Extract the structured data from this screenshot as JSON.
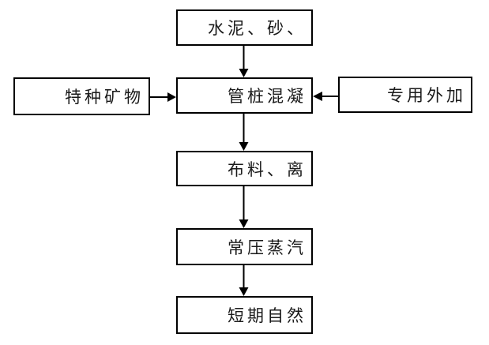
{
  "diagram": {
    "type": "flowchart",
    "colors": {
      "background": "#ffffff",
      "box_border": "#000000",
      "box_fill": "#ffffff",
      "arrow": "#000000",
      "text": "#1a1a1a"
    },
    "nodes": [
      {
        "id": "cement-sand",
        "label": "水泥、砂、"
      },
      {
        "id": "special-minerals",
        "label": "特种矿物"
      },
      {
        "id": "pipe-pile-concrete",
        "label": "管桩混凝"
      },
      {
        "id": "special-admixture",
        "label": "专用外加"
      },
      {
        "id": "distribution",
        "label": "布料、离"
      },
      {
        "id": "steam-curing",
        "label": "常压蒸汽"
      },
      {
        "id": "natural-curing",
        "label": "短期自然"
      }
    ],
    "edges": [
      {
        "from": "cement-sand",
        "to": "pipe-pile-concrete",
        "direction": "down"
      },
      {
        "from": "special-minerals",
        "to": "pipe-pile-concrete",
        "direction": "right"
      },
      {
        "from": "special-admixture",
        "to": "pipe-pile-concrete",
        "direction": "left"
      },
      {
        "from": "pipe-pile-concrete",
        "to": "distribution",
        "direction": "down"
      },
      {
        "from": "distribution",
        "to": "steam-curing",
        "direction": "down"
      },
      {
        "from": "steam-curing",
        "to": "natural-curing",
        "direction": "down"
      }
    ]
  }
}
